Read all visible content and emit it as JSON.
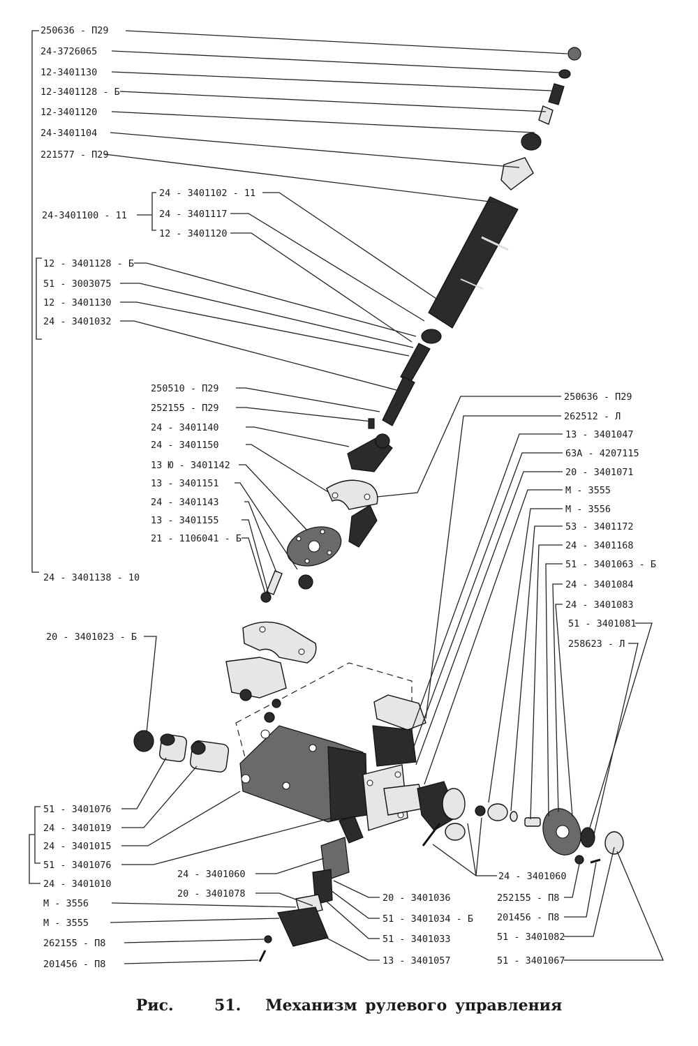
{
  "caption": {
    "figure_prefix": "Рис.",
    "figure_number": "51.",
    "title": "Механизм рулевого управления"
  },
  "labels": {
    "upper_column": [
      "250636 - П29",
      "24-3726065",
      "12-3401130",
      "12-3401128 - Б",
      "12-3401120",
      "24-3401104",
      "221577 - П29"
    ],
    "shaft_group": "24-3401100 - 11",
    "shaft_subparts": [
      "24 - 3401102 - 11",
      "24 - 3401117",
      "12 - 3401120"
    ],
    "lower_shaft_group": [
      "12 - 3401128 - Б",
      "51 - 3003075",
      "12 - 3401130",
      "24 - 3401032"
    ],
    "joint_group": [
      "250510 - П29",
      "252155 - П29",
      "24 - 3401140",
      "24 - 3401150",
      "13 Ю - 3401142",
      "13 - 3401151",
      "24 - 3401143",
      "13 - 3401155",
      "21 - 1106041 - Б"
    ],
    "column_assembly": "24 - 3401138 - 10",
    "right_group": [
      "250636 - П29",
      "262512 - Л",
      "13 - 3401047",
      "63А - 4207115",
      "20 - 3401071",
      "М - 3555",
      "М - 3556",
      "53 - 3401172",
      "24 - 3401168",
      "51 - 3401063 - Б",
      "24 - 3401084",
      "24 - 3401083",
      "51 - 3401081",
      "258623 - Л"
    ],
    "bushing": "20 - 3401023 - Б",
    "housing_group": [
      "51 - 3401076",
      "24 - 3401019",
      "24 - 3401015",
      "51 - 3401076"
    ],
    "housing_assembly": "24 - 3401010",
    "bottom_center": [
      "24 - 3401060",
      "20 - 3401078"
    ],
    "bottom_left": [
      "М - 3556",
      "М - 3555",
      "262155 - П8",
      "201456 - П8"
    ],
    "bottom_mid": [
      "20 - 3401036",
      "51 - 3401034 - Б",
      "51 - 3401033",
      "13 - 3401057"
    ],
    "bottom_right": [
      "24 - 3401060",
      "252155 - П8",
      "201456 - П8",
      "51 - 3401082",
      "51 - 3401067"
    ]
  }
}
